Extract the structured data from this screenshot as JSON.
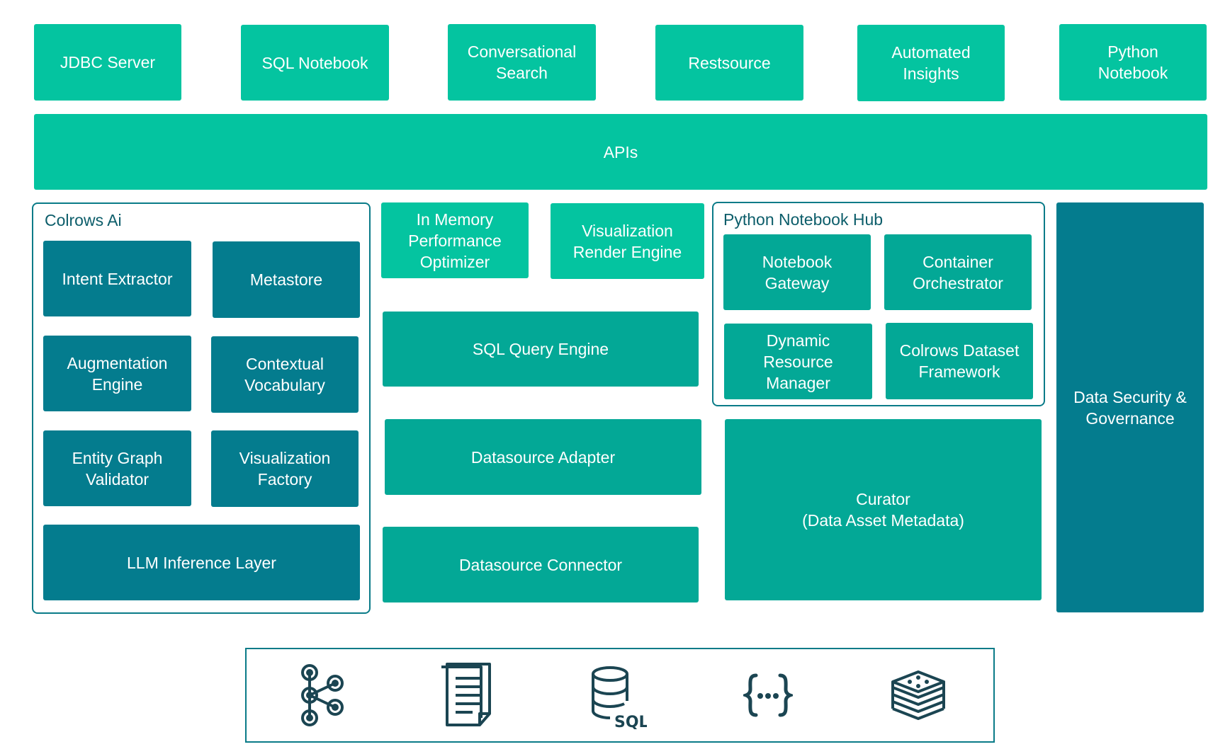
{
  "top_row": [
    {
      "label": "JDBC Server"
    },
    {
      "label": "SQL Notebook"
    },
    {
      "label": "Conversational\nSearch"
    },
    {
      "label": "Restsource"
    },
    {
      "label": "Automated\nInsights"
    },
    {
      "label": "Python\nNotebook"
    }
  ],
  "apis": {
    "label": "APIs"
  },
  "colrows_ai": {
    "title": "Colrows Ai",
    "items": [
      {
        "label": "Intent Extractor"
      },
      {
        "label": "Metastore"
      },
      {
        "label": "Augmentation\nEngine"
      },
      {
        "label": "Contextual\nVocabulary"
      },
      {
        "label": "Entity Graph\nValidator"
      },
      {
        "label": "Visualization\nFactory"
      }
    ],
    "llm": {
      "label": "LLM Inference Layer"
    }
  },
  "middle": {
    "in_memory": {
      "label": "In Memory\nPerformance\nOptimizer"
    },
    "viz_render": {
      "label": "Visualization\nRender Engine"
    },
    "sql_engine": {
      "label": "SQL Query Engine"
    },
    "ds_adapter": {
      "label": "Datasource Adapter"
    },
    "ds_connector": {
      "label": "Datasource Connector"
    }
  },
  "python_hub": {
    "title": "Python Notebook Hub",
    "items": [
      {
        "label": "Notebook\nGateway"
      },
      {
        "label": "Container\nOrchestrator"
      },
      {
        "label": "Dynamic\nResource\nManager"
      },
      {
        "label": "Colrows Dataset\nFramework"
      }
    ]
  },
  "curator": {
    "label": "Curator\n(Data Asset Metadata)"
  },
  "security": {
    "label": "Data Security &\nGovernance"
  },
  "sources": {
    "icons": [
      "kafka-graph-icon",
      "document-icon",
      "sql-database-icon",
      "json-braces-icon",
      "layers-stack-icon"
    ],
    "sql_label": "SQL"
  },
  "colors": {
    "green": "#04c4a0",
    "teal": "#03a896",
    "dark": "#047c8e",
    "border": "#0a7b88"
  }
}
